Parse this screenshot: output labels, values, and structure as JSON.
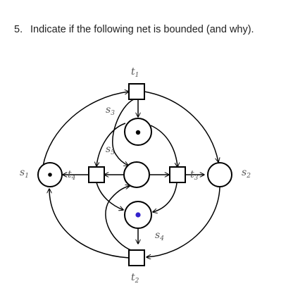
{
  "question": {
    "number": "5.",
    "text": "Indicate if the following net is bounded (and why)."
  },
  "net": {
    "places": [
      {
        "id": "s1",
        "letter": "s",
        "sub": "1",
        "tokens": 1
      },
      {
        "id": "s2",
        "letter": "s",
        "sub": "2",
        "tokens": 0
      },
      {
        "id": "s3",
        "letter": "s",
        "sub": "3",
        "tokens": 1
      },
      {
        "id": "s4",
        "letter": "s",
        "sub": "4",
        "tokens": 1
      },
      {
        "id": "s5",
        "letter": "s",
        "sub": "5",
        "tokens": 0
      }
    ],
    "transitions": [
      {
        "id": "t1",
        "letter": "t",
        "sub": "1"
      },
      {
        "id": "t2",
        "letter": "t",
        "sub": "2"
      },
      {
        "id": "t3",
        "letter": "t",
        "sub": "3"
      },
      {
        "id": "t4",
        "letter": "t",
        "sub": "4"
      }
    ],
    "token_colors": {
      "s1": "#000000",
      "s3": "#000000",
      "s4": "#3322cc"
    }
  }
}
